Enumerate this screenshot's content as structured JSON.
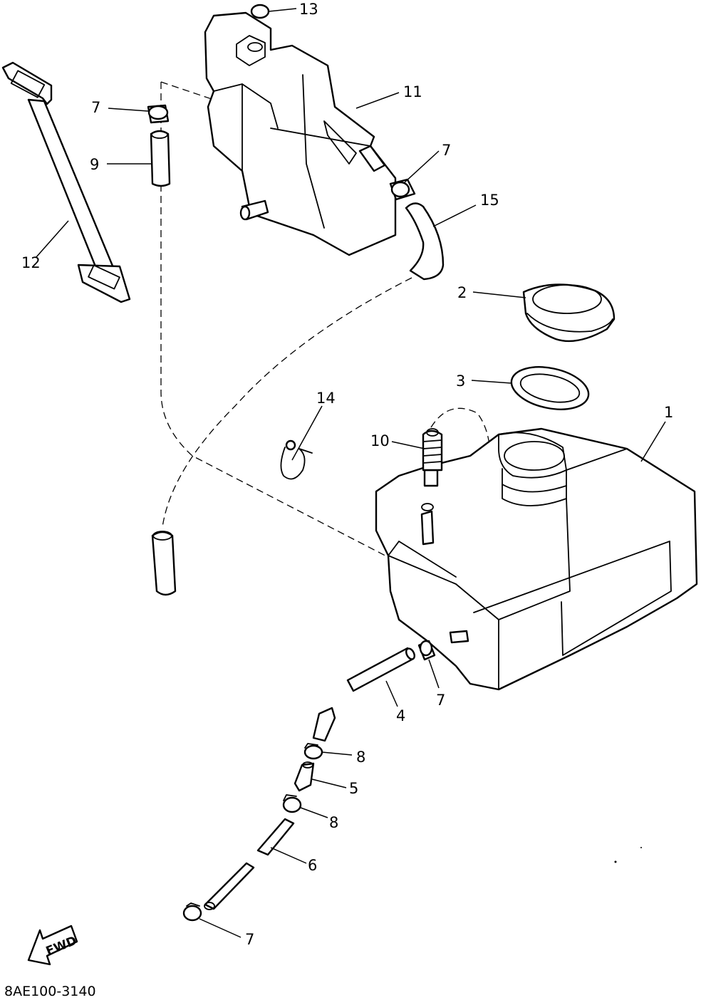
{
  "diagram_code": "8AE100-3140",
  "fwd_label": "FWD",
  "callouts": [
    {
      "key": "c13",
      "label": "13"
    },
    {
      "key": "c11",
      "label": "11"
    },
    {
      "key": "c7a",
      "label": "7"
    },
    {
      "key": "c9",
      "label": "9"
    },
    {
      "key": "c7b",
      "label": "7"
    },
    {
      "key": "c15",
      "label": "15"
    },
    {
      "key": "c12",
      "label": "12"
    },
    {
      "key": "c2",
      "label": "2"
    },
    {
      "key": "c3",
      "label": "3"
    },
    {
      "key": "c1",
      "label": "1"
    },
    {
      "key": "c14",
      "label": "14"
    },
    {
      "key": "c10",
      "label": "10"
    },
    {
      "key": "c7c",
      "label": "7"
    },
    {
      "key": "c4",
      "label": "4"
    },
    {
      "key": "c8a",
      "label": "8"
    },
    {
      "key": "c5",
      "label": "5"
    },
    {
      "key": "c8b",
      "label": "8"
    },
    {
      "key": "c6",
      "label": "6"
    },
    {
      "key": "c7d",
      "label": "7"
    }
  ]
}
